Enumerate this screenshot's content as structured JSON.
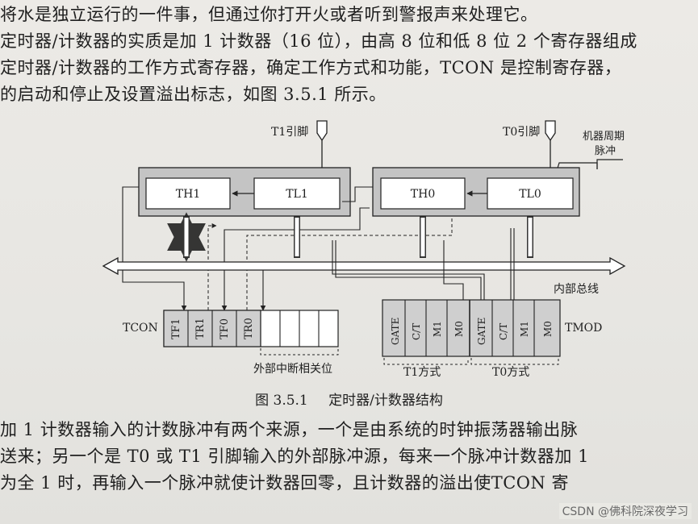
{
  "text_top": [
    "将水是独立运行的一件事，但通过你打开火或者听到警报声来处理它。",
    "定时器/计数器的实质是加 1 计数器（16 位），由高 8 位和低 8 位 2 个寄存器组成",
    "定时器/计数器的工作方式寄存器，确定工作方式和功能，TCON 是控制寄存器，",
    "的启动和停止及设置溢出标志，如图 3.5.1 所示。"
  ],
  "diagram": {
    "t1_pin": "T1引脚",
    "t0_pin": "T0引脚",
    "machine_cycle": [
      "机器周期",
      "脉冲"
    ],
    "th1": "TH1",
    "tl1": "TL1",
    "th0": "TH0",
    "tl0": "TL0",
    "internal_bus": "内部总线",
    "tcon_label": "TCON",
    "tmod_label": "TMOD",
    "tcon_bits": [
      "TF1",
      "TR1",
      "TF0",
      "TR0"
    ],
    "tmod_bits": [
      "GATE",
      "C/T",
      "M1",
      "M0",
      "GATE",
      "C/T",
      "M1",
      "M0"
    ],
    "ext_int_label": "外部中断相关位",
    "t1_mode": "T1方式",
    "t0_mode": "T0方式"
  },
  "figure_caption": {
    "number": "图 3.5.1",
    "title": "定时器/计数器结构"
  },
  "text_bottom": [
    "加 1 计数器输入的计数脉冲有两个来源，一个是由系统的时钟振荡器输出脉",
    "送来；另一个是 T0 或 T1 引脚输入的外部脉冲源，每来一个脉冲计数器加 1",
    "为全 1 时，再输入一个脉冲就使计数器回零，且计数器的溢出使TCON 寄"
  ],
  "watermark": "CSDN @佛科院深夜学习"
}
